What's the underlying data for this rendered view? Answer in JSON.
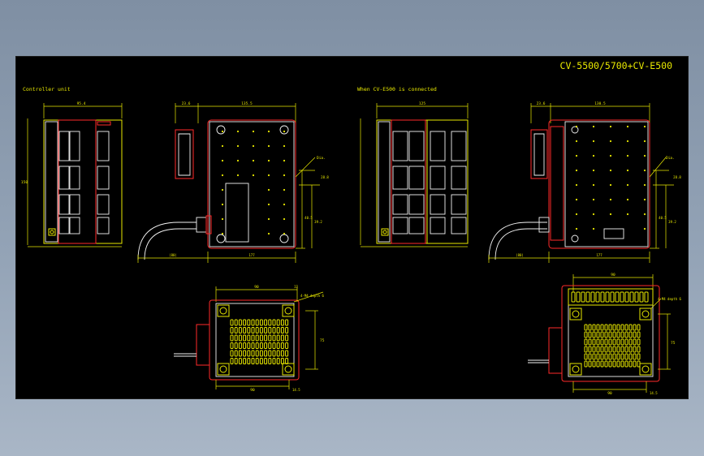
{
  "title": "CV-5500/5700+CV-E500",
  "views": {
    "controller_unit_label": "Controller unit",
    "with_e500_label": "When CV-E500 is connected"
  },
  "dimensions": {
    "front_width_left": "95.4",
    "front_width_right": "125",
    "front_height": "150",
    "side_top_offset": "23.6",
    "side_width_left": "135.5",
    "side_width_right": "130.5",
    "side_bottom_left": "(80)",
    "side_bottom_right": "177",
    "side_height_a": "40.5",
    "side_height_b": "39.2",
    "side_height_c": "28.8",
    "dia_left": "Dia.",
    "dia_right": "Dia.",
    "bottom_top_dim": "90",
    "bottom_top_dim_right": "17",
    "bottom_hole_note": "4-M4\ndepth 6",
    "bottom_right_dim": "75",
    "bottom_lower_dim": "90",
    "bottom_lower_dim_right": "14.5"
  },
  "colors": {
    "background": "#000000",
    "line_primary": "#e8e800",
    "line_outline": "#ff2a2a",
    "line_detail": "#f2f2f2"
  }
}
